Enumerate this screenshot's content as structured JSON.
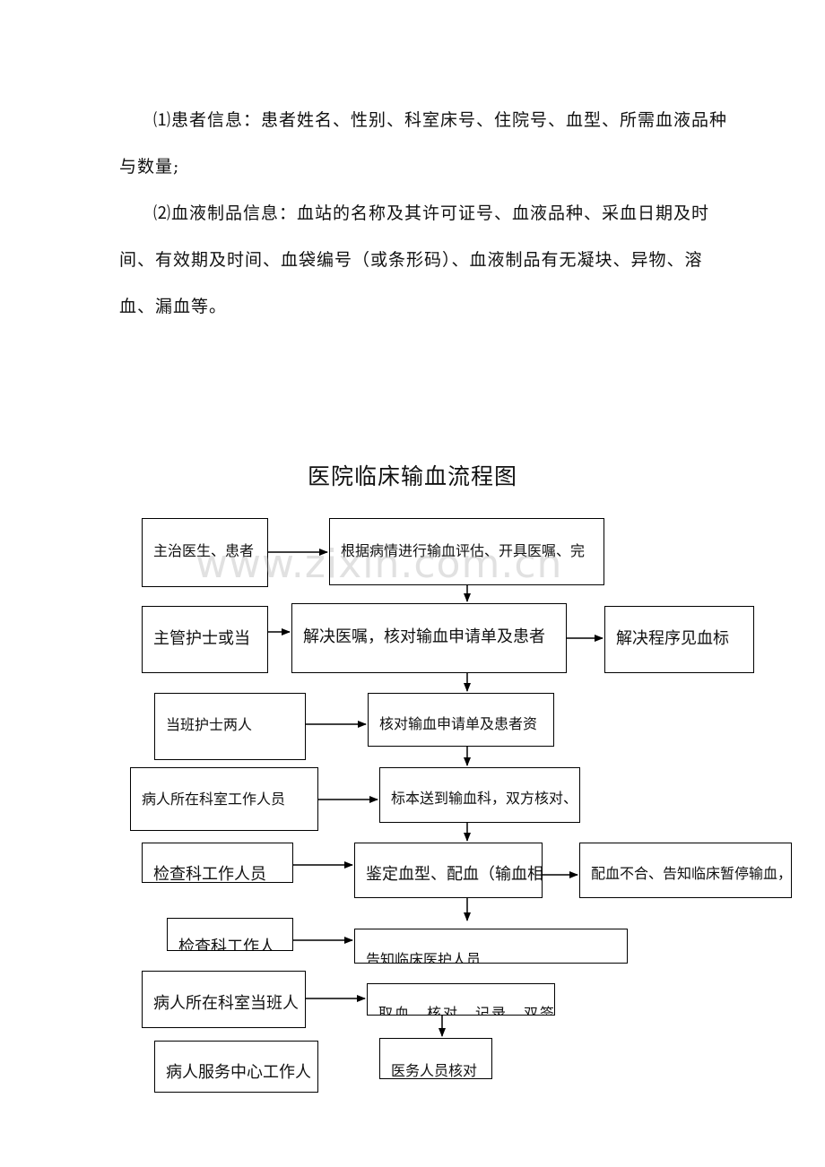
{
  "paragraphs": [
    "⑴患者信息：患者姓名、性别、科室床号、住院号、血型、所需血液品种与数量;",
    "⑵血液制品信息：血站的名称及其许可证号、血液品种、采血日期及时间、有效期及时间、血袋编号（或条形码）、血液制品有无凝块、异物、溶血、漏血等。"
  ],
  "flowchart": {
    "title": "医院临床输血流程图",
    "watermark": "www.zixin.com.cn",
    "left_roles": [
      "主治医生、患者",
      "主管护士或当",
      "当班护士两人",
      "病人所在科室工作人员",
      "检查科工作人员",
      "检查科工作人",
      "病人所在科室当班人",
      "病人服务中心工作人"
    ],
    "steps": [
      "根据病情进行输血评估、开具医嘱、完",
      "解决医嘱，核对输血申请单及患者",
      "核对输血申请单及患者资",
      "标本送到输血科，双方核对、",
      "鉴定血型、配血（输血相",
      "告知临床医护人员",
      "取血、核对、记录、双签",
      "医务人员核对"
    ],
    "side_steps": [
      "解决程序见血标",
      "配血不合、告知临床暂停输血，"
    ]
  }
}
